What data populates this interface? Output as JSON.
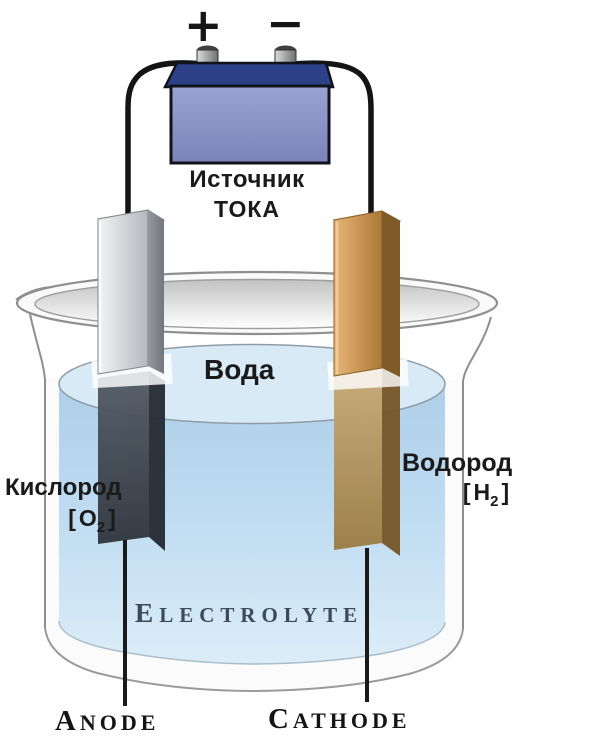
{
  "power_source": {
    "plus_sign": "+",
    "minus_sign": "−",
    "name_line1": "Источник",
    "name_line2": "ТОКА"
  },
  "beaker": {
    "water_label": "Вода",
    "electrolyte_label": "ELECTROLYTE"
  },
  "anode": {
    "label": "ANODE",
    "gas_name": "Кислород",
    "gas_formula": {
      "open": "[",
      "symbol": "O",
      "sub": "2",
      "close": "]"
    }
  },
  "cathode": {
    "label": "CATHODE",
    "gas_name": "Водород",
    "gas_formula": {
      "open": "[",
      "symbol": "H",
      "sub": "2",
      "close": "]"
    }
  },
  "colors": {
    "text": "#1a1a1a",
    "electrolyte-text": "#3d4b59",
    "wire": "#141414",
    "battery-top": "#2c4187",
    "battery-body": "#8d96c9",
    "water": "#bcdaf0",
    "water-surface": "#d9eaf7",
    "silver-electrode": "#cdd0d4",
    "copper-electrode": "#c08743",
    "submerged-anode": "#3f4750",
    "submerged-cathode": "#b29158",
    "glass-outline": "#8f8f8f",
    "leader-line": "#1a1a1a"
  }
}
